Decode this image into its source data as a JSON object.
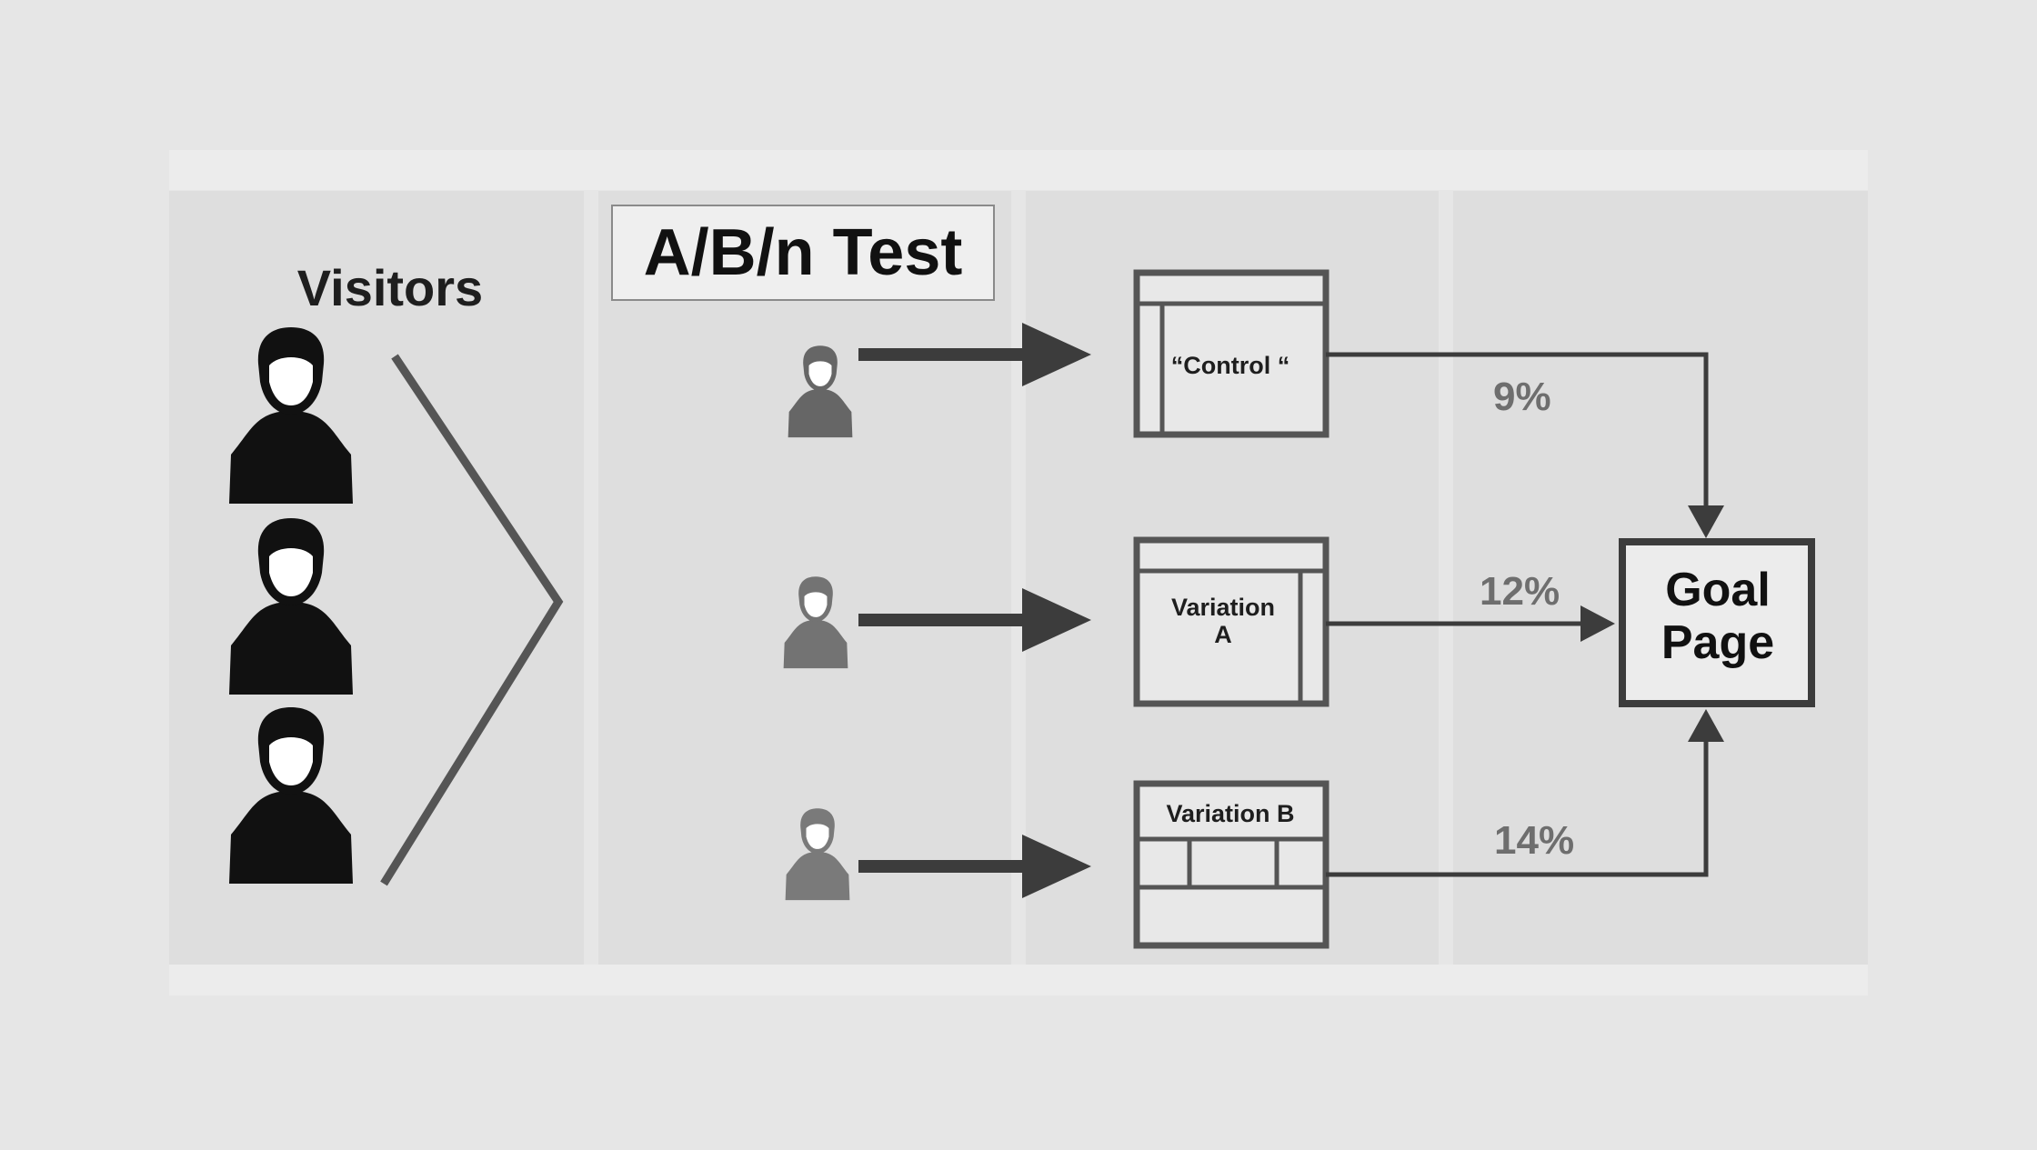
{
  "visitors": {
    "title": "Visitors",
    "count": 3
  },
  "test": {
    "title": "A/B/n Test"
  },
  "variants": [
    {
      "label": "“Control “",
      "conversion": "9%"
    },
    {
      "label": "Variation\nA",
      "conversion": "12%"
    },
    {
      "label": "Variation B",
      "conversion": "14%"
    }
  ],
  "goal": {
    "label": "Goal\nPage"
  },
  "colors": {
    "background": "#e6e6e6",
    "panel": "#dedede",
    "panel_border": "#ececec",
    "visitor_icon": "#111111",
    "assigned_visitor_icon": "#777777",
    "arrow": "#3c3c3c",
    "page_frame": "#555555",
    "percent_text": "#6e6e6e"
  }
}
